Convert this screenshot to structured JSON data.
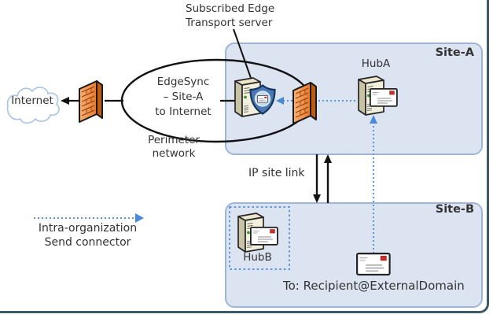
{
  "diagram": {
    "title_label": [
      "Subscribed Edge",
      "Transport server"
    ],
    "internet": "Internet",
    "edgesync": [
      "EdgeSync",
      "– Site-A",
      "to Internet"
    ],
    "perimeter": [
      "Perimeter",
      "network"
    ],
    "sites": {
      "site_a": "Site-A",
      "site_b": "Site-B"
    },
    "servers": {
      "hub_a": "HubA",
      "hub_b": "HubB"
    },
    "ip_site_link": "IP site link",
    "message_to": "To: Recipient@ExternalDomain",
    "legend": [
      "Intra-organization",
      "Send connector"
    ],
    "icons": {
      "cloud": "internet-cloud-icon",
      "firewall": "firewall-icon",
      "server": "server-tower-icon",
      "shield": "edge-shield-icon",
      "envelope": "mail-envelope-icon",
      "connector": "dotted-send-connector-arrow",
      "site_link": "ip-site-link-arrows"
    },
    "colors": {
      "site_box_fill": "#dce4f2",
      "site_box_border": "#9fb5d7",
      "connector_blue": "#5b97e0",
      "firewall_orange": "#ed7d31",
      "server_beige": "#f3efdd",
      "shield_blue": "#4a7ab5",
      "cloud_outline": "#a9c3e6",
      "stamp_red": "#c9302c",
      "frame_dark": "#3c5a68",
      "text": "#333333"
    }
  }
}
